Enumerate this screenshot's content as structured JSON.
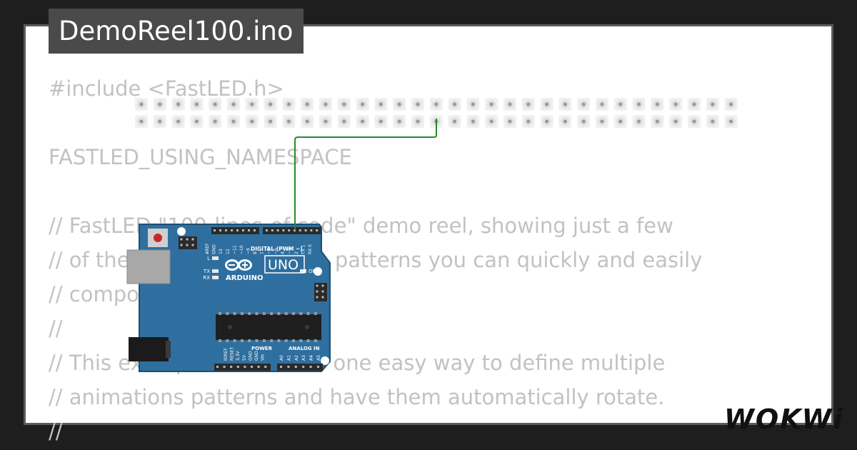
{
  "project": {
    "filename": "DemoReel100.ino"
  },
  "code_lines": [
    "#include <FastLED.h>",
    "",
    "FASTLED_USING_NAMESPACE",
    "",
    "// FastLED \"100-lines-of-code\" demo reel, showing just a few",
    "// of the kinds of animation patterns you can quickly and easily",
    "// compose using FastLED.",
    "//",
    "// This example also shows one easy way to define multiple",
    "// animations patterns and have them automatically rotate.",
    "//"
  ],
  "led_strip": {
    "leds_per_row": 33,
    "rows": 2
  },
  "board": {
    "brand": "ARDUINO",
    "model": "UNO",
    "digital_header_label": "DIGITAL (PWM ~)",
    "power_label": "POWER",
    "analog_label": "ANALOG IN",
    "pin_labels_top": [
      "AREF",
      "GND",
      "13",
      "12",
      "~11",
      "~10",
      "~9",
      "8",
      "7",
      "~6",
      "~5",
      "4",
      "~3",
      "2",
      "TX 1",
      "RX 0"
    ],
    "pin_labels_power": [
      "IOREF",
      "RESET",
      "3.3V",
      "5V",
      "GND",
      "GND",
      "Vin"
    ],
    "pin_labels_analog": [
      "A0",
      "A1",
      "A2",
      "A3",
      "A4",
      "A5"
    ],
    "led_labels": [
      "L",
      "TX",
      "RX",
      "ON"
    ],
    "color": "#2f6f9f"
  },
  "wire": {
    "color": "#2a8a2a"
  },
  "brand_logo": {
    "text": "WOKWi"
  }
}
